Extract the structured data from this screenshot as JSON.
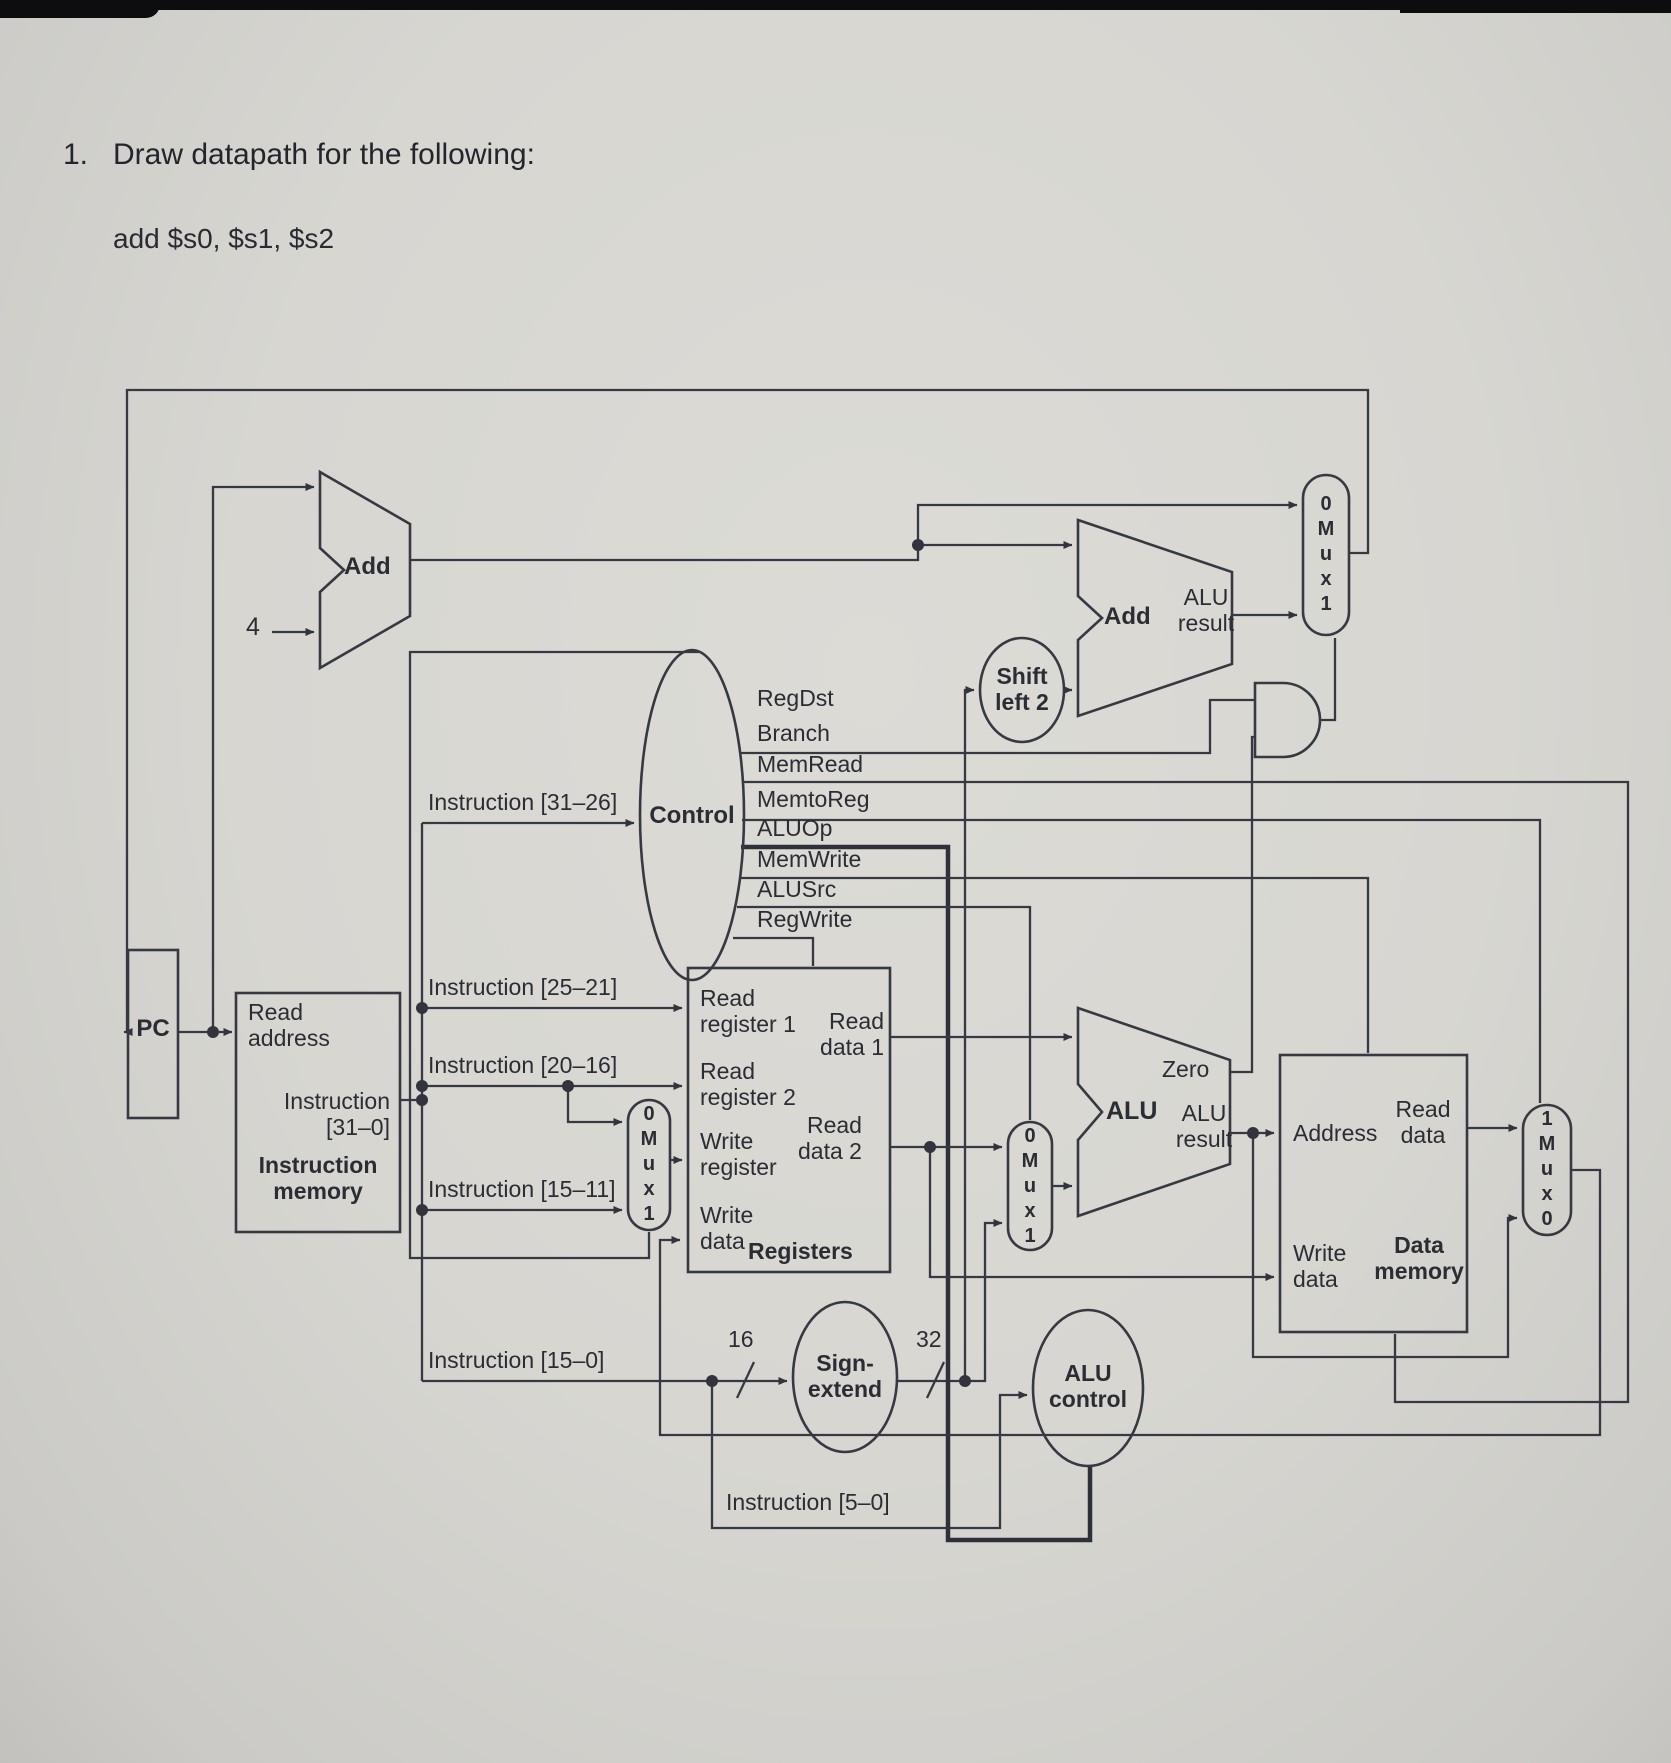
{
  "title": {
    "number": "1.",
    "heading": "Draw datapath for the following:",
    "code": "add $s0, $s1, $s2"
  },
  "colors": {
    "paper": "#d7d6d1",
    "ink": "#383842",
    "text": "#2c2c35"
  },
  "constants": {
    "four": "4",
    "sixteen": "16",
    "thirty_two": "32"
  },
  "pc": {
    "label": "PC"
  },
  "instruction_memory": {
    "read_address": "Read\naddress",
    "instruction_31_0": "Instruction\n[31–0]",
    "name": "Instruction\nmemory"
  },
  "adders": {
    "pc_add": "Add",
    "branch_add": "Add",
    "branch_result": "ALU\nresult"
  },
  "control": {
    "name": "Control",
    "input_label": "Instruction [31–26]",
    "signals": [
      "RegDst",
      "Branch",
      "MemRead",
      "MemtoReg",
      "ALUOp",
      "MemWrite",
      "ALUSrc",
      "RegWrite"
    ]
  },
  "instruction_fields": {
    "i25_21": "Instruction [25–21]",
    "i20_16": "Instruction [20–16]",
    "i15_11": "Instruction [15–11]",
    "i15_0": "Instruction [15–0]",
    "i5_0": "Instruction [5–0]"
  },
  "registers": {
    "read_register_1": "Read\nregister 1",
    "read_register_2": "Read\nregister 2",
    "write_register": "Write\nregister",
    "write_data": "Write\ndata",
    "read_data_1": "Read\ndata 1",
    "read_data_2": "Read\ndata 2",
    "name": "Registers"
  },
  "muxes": {
    "mux_01": "0\nM\nu\nx\n1",
    "mux_10": "1\nM\nu\nx\n0"
  },
  "shift_left_2": "Shift\nleft 2",
  "sign_extend": "Sign-\nextend",
  "alu": {
    "name": "ALU",
    "zero": "Zero",
    "result": "ALU\nresult"
  },
  "alu_control": "ALU\ncontrol",
  "data_memory": {
    "address": "Address",
    "read_data": "Read\ndata",
    "write_data": "Write\ndata",
    "name": "Data\nmemory"
  }
}
